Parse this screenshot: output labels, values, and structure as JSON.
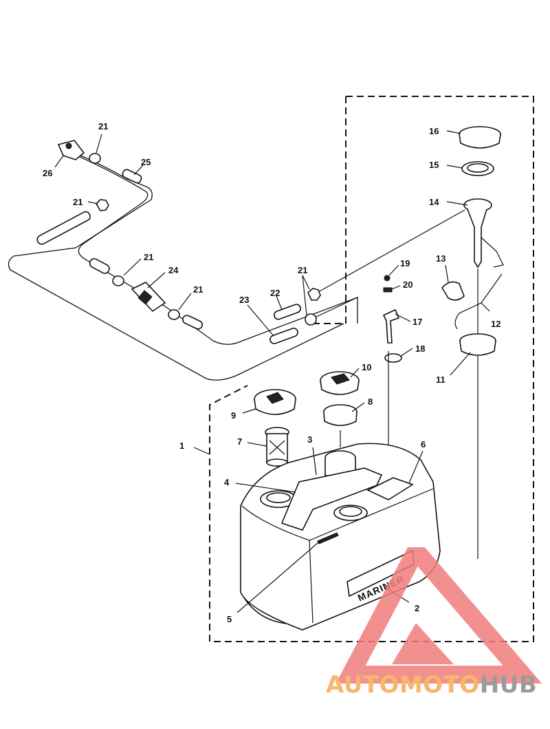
{
  "labels": {
    "l1": "1",
    "l2": "2",
    "l3": "3",
    "l4": "4",
    "l5": "5",
    "l6": "6",
    "l7": "7",
    "l8": "8",
    "l9": "9",
    "l10": "10",
    "l11": "11",
    "l12": "12",
    "l13": "13",
    "l14": "14",
    "l15": "15",
    "l16": "16",
    "l17": "17",
    "l18": "18",
    "l19": "19",
    "l20": "20",
    "l21a": "21",
    "l21b": "21",
    "l21c": "21",
    "l21d": "21",
    "l21e": "21",
    "l22": "22",
    "l23": "23",
    "l24": "24",
    "l25": "25",
    "l26": "26"
  },
  "tank_brand": "MARINER",
  "watermark": {
    "part1": "AUTOMOTO",
    "part2": "HUB",
    "color_main": "#f07c7c",
    "color_text1": "#f6b66b",
    "color_text2": "#9b9b9b"
  }
}
